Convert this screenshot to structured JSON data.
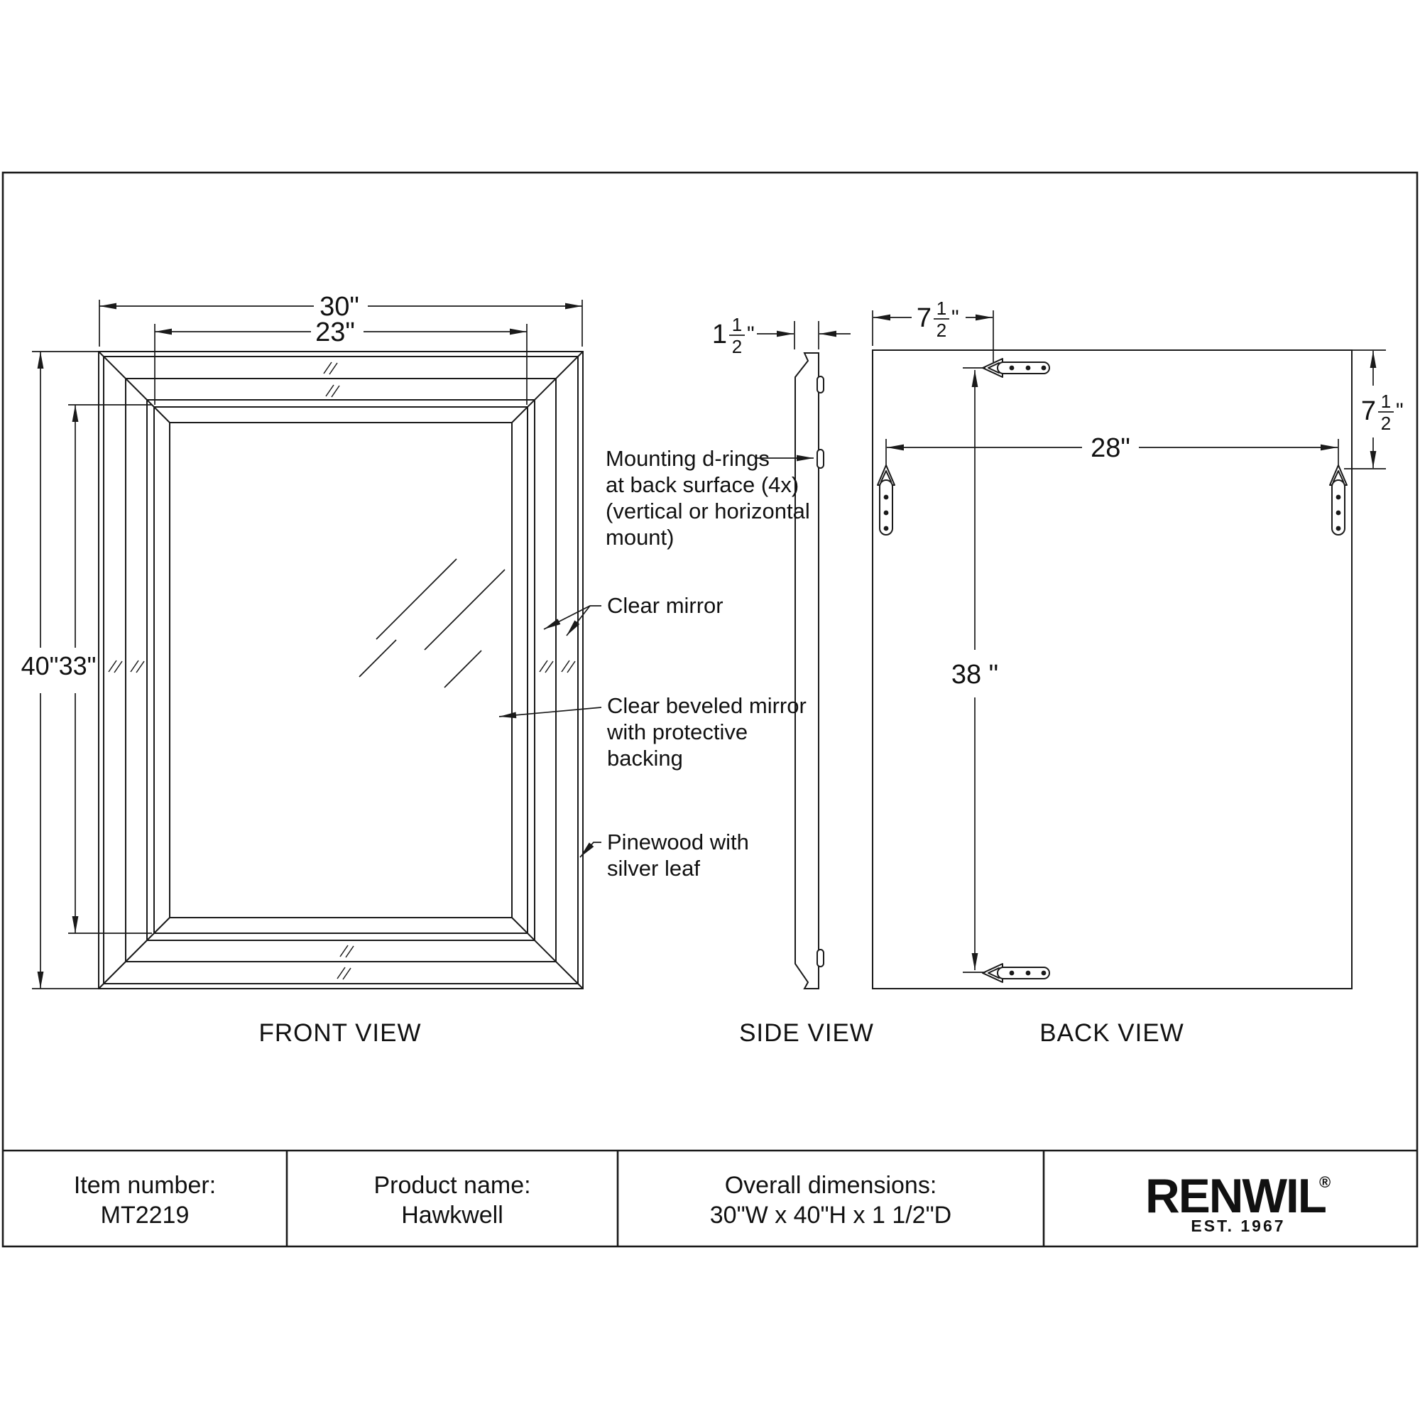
{
  "colors": {
    "ink": "#1a1a1a",
    "bg": "#ffffff"
  },
  "drawing": {
    "views": {
      "front": {
        "label": "FRONT VIEW"
      },
      "side": {
        "label": "SIDE VIEW"
      },
      "back": {
        "label": "BACK VIEW"
      }
    },
    "dimensions": {
      "front_width": "30\"",
      "front_mirror_width": "23\"",
      "front_height": "40\"",
      "front_mirror_height": "33\"",
      "side_depth": {
        "whole": "1",
        "num": "1",
        "den": "2",
        "unit": "\""
      },
      "back_top_offset": {
        "whole": "7",
        "num": "1",
        "den": "2",
        "unit": "\""
      },
      "back_right_offset": {
        "whole": "7",
        "num": "1",
        "den": "2",
        "unit": "\""
      },
      "back_ring_span": "28\"",
      "back_vertical_span": "38 \""
    },
    "annotations": {
      "mounting": [
        "Mounting d-rings",
        "at back surface (4x)",
        "(vertical or horizontal",
        "mount)"
      ],
      "clear_mirror": "Clear  mirror",
      "beveled": [
        "Clear beveled mirror",
        "with protective",
        "backing"
      ],
      "pinewood": [
        "Pinewood with",
        "silver leaf"
      ]
    }
  },
  "footer": {
    "item_label": "Item number:",
    "item_value": "MT2219",
    "product_label": "Product name:",
    "product_value": "Hawkwell",
    "dims_label": "Overall dimensions:",
    "dims_value": "30\"W x 40\"H x 1 1/2\"D",
    "brand": {
      "name": "RENWIL",
      "reg": "®",
      "tagline": "EST. 1967"
    }
  }
}
